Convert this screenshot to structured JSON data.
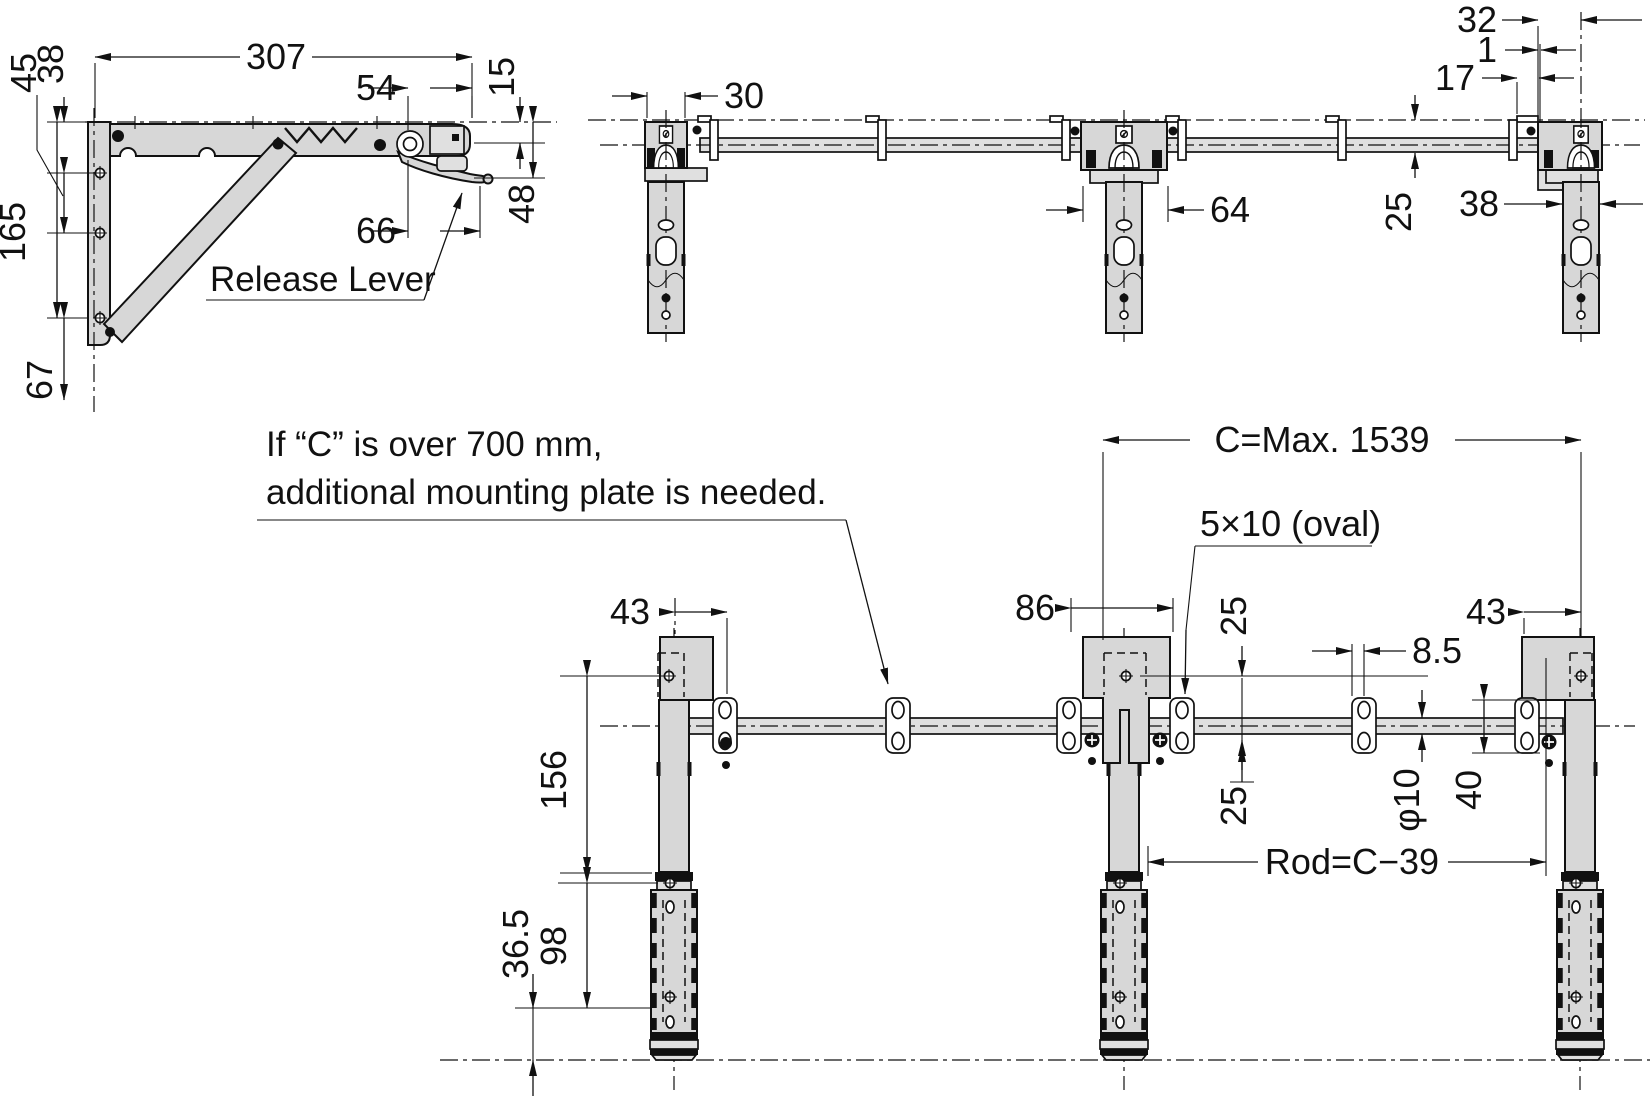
{
  "note": {
    "line1": "If “C” is over 700 mm,",
    "line2": "additional mounting plate is needed."
  },
  "side": {
    "overall_width": "307",
    "lever_offset": "54",
    "top_clearance": "15",
    "hole_spacing": "45",
    "top_to_hole": "38",
    "plate_length": "165",
    "below_plate": "67",
    "lever_reach": "66",
    "folded_height": "48",
    "release_lever": "Release Lever"
  },
  "front": {
    "end_bracket_width": "30",
    "center_bracket_width": "64",
    "end_inset": "32",
    "edge_gap": "1",
    "clip_offset": "17",
    "rod_clearance": "25",
    "leg_width": "38"
  },
  "bottom": {
    "c_span": "C=Max. 1539",
    "oval_hole": "5×10 (oval)",
    "rod_length": "Rod=C−39",
    "left_plate_offset": "43",
    "center_plate_width": "86",
    "right_plate_offset": "43",
    "upper_leg": "156",
    "lower_leg": "98",
    "foot_height": "36.5",
    "clearance_above": "25",
    "clearance_below": "25",
    "clip_thickness": "8.5",
    "rod_diameter": "φ10",
    "clip_height": "40"
  }
}
